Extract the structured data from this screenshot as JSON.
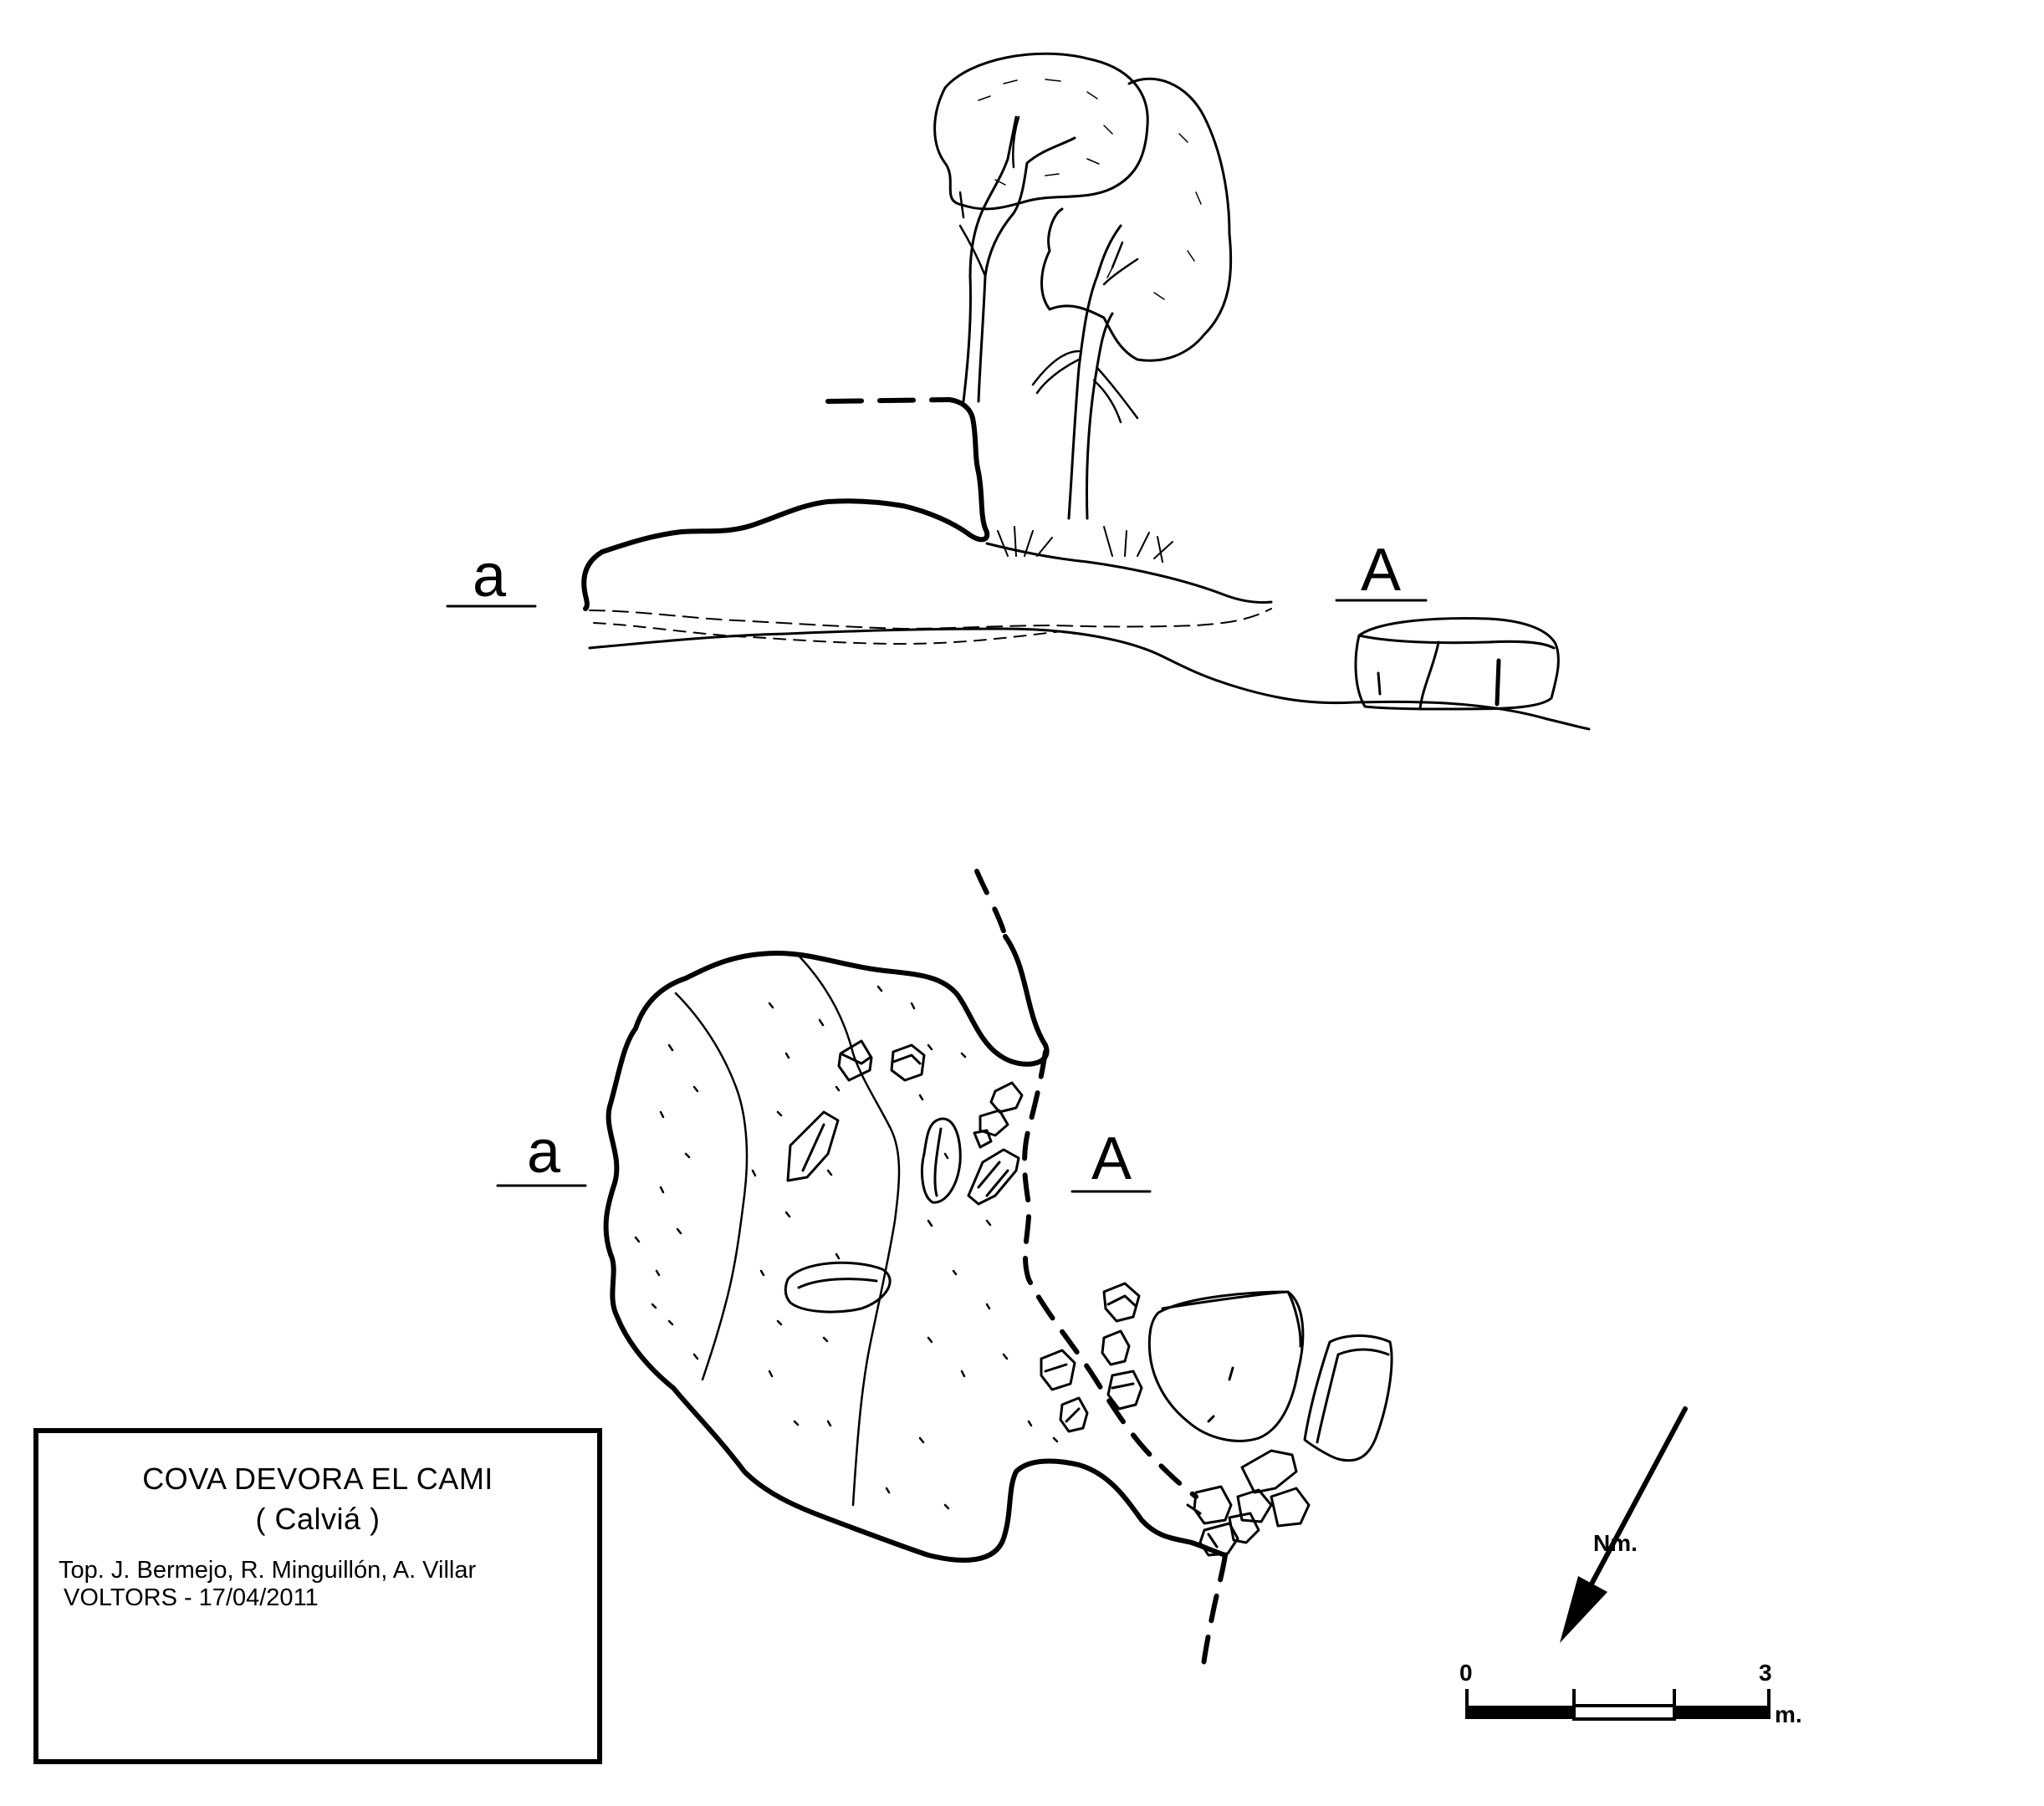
{
  "section_view": {
    "left_label": "a",
    "right_label": "A"
  },
  "plan_view": {
    "left_label": "a",
    "right_label": "A"
  },
  "title_box": {
    "name": "COVA DEVORA EL CAMI",
    "location": "( Calviá )",
    "surveyors": "Top. J. Bermejo, R. Minguillón, A. Villar",
    "club_and_date": "VOLTORS - 17/04/2011"
  },
  "north_arrow": {
    "label": "Nm."
  },
  "scale_bar": {
    "start": "0",
    "end": "3",
    "unit": "m."
  }
}
